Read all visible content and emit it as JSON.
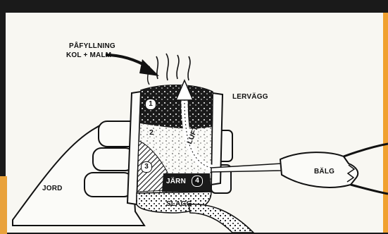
{
  "labels": {
    "refill_line1": "PÅFYLLNING",
    "refill_line2": "KOL + MALM",
    "clay_wall": "LERVÄGG",
    "air": "LUFT",
    "earth": "JORD",
    "bellows": "BÄLG",
    "iron": "JÄRN",
    "slag": "SLAGG"
  },
  "zones": {
    "zone1": "1",
    "zone2": "2",
    "zone3": "3",
    "zone4": "4"
  },
  "colors": {
    "background": "#f6f4ee",
    "ink": "#111111",
    "frame": "#1a1a1a",
    "side_accent": "#e9a23b"
  }
}
